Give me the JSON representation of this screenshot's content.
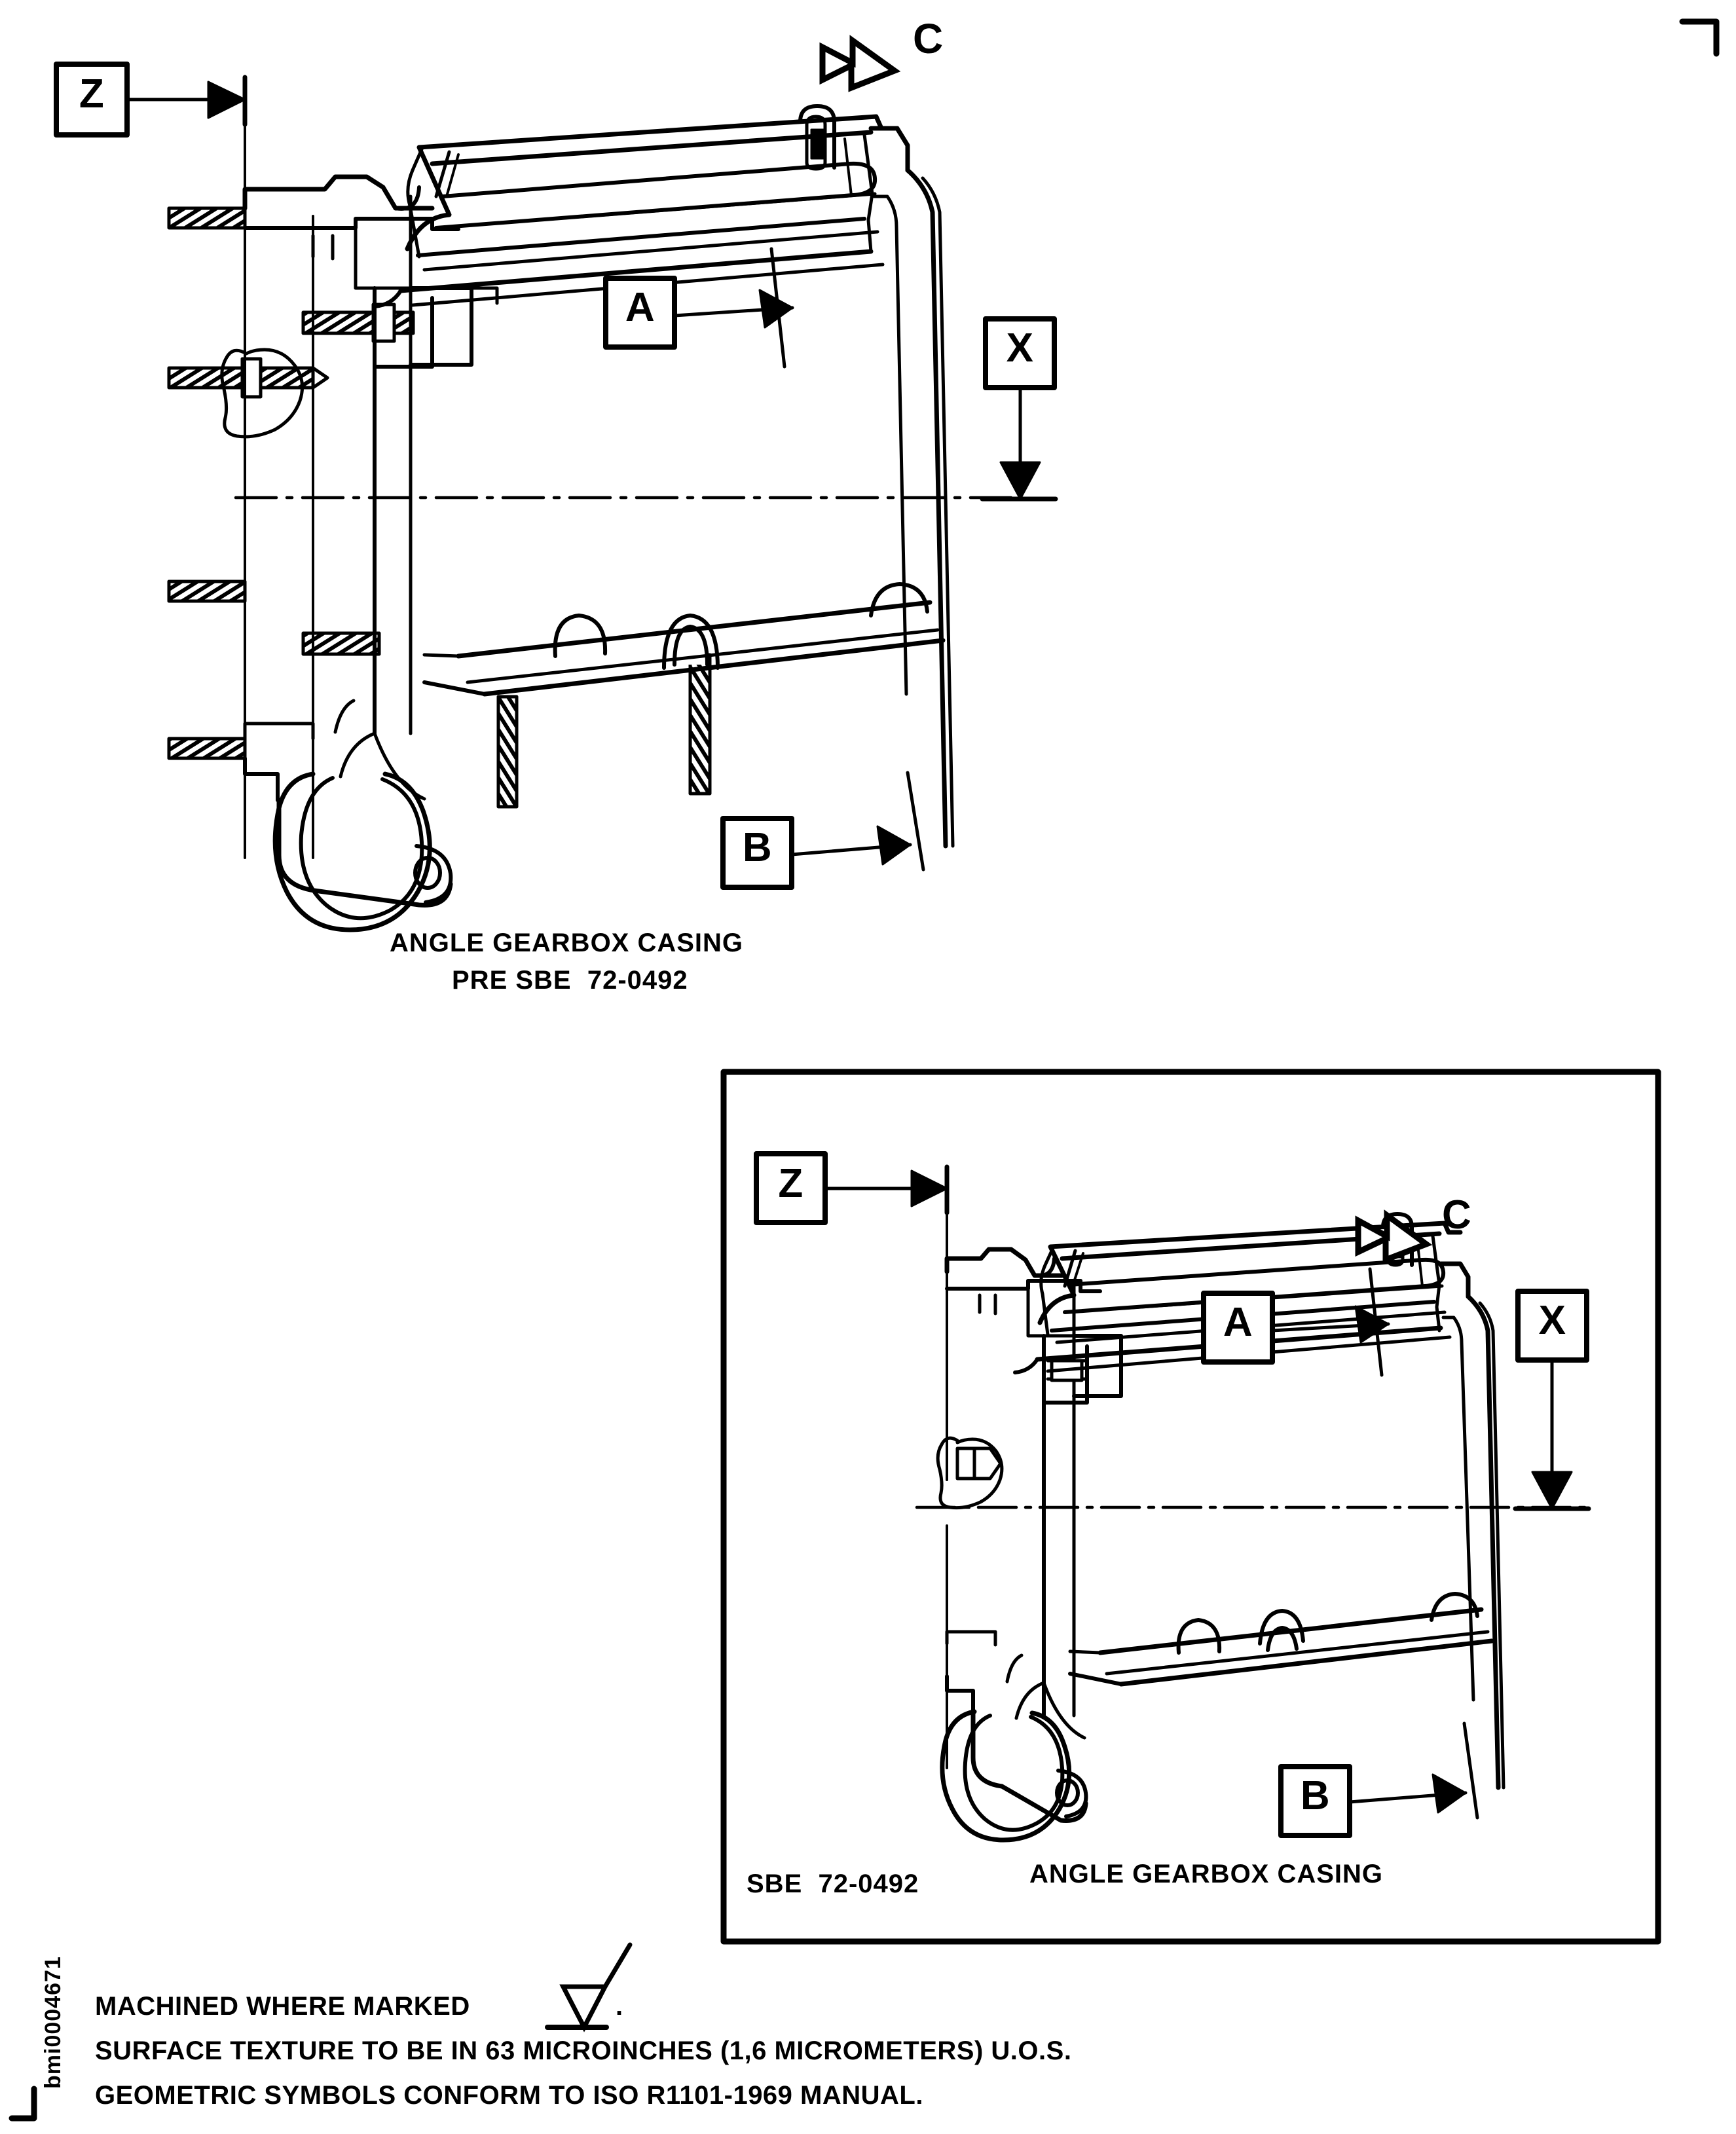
{
  "sheet": {
    "title_upper": "ANGLE GEARBOX CASING",
    "subtitle_upper": "PRE SBE  72-0492",
    "inset_left_label": "SBE  72-0492",
    "inset_title": "ANGLE GEARBOX CASING",
    "drawing_id": "bmi0004671",
    "background_color": "#ffffff",
    "line_color": "#000000"
  },
  "notes": {
    "line1_prefix": "MACHINED WHERE MARKED",
    "line1_suffix": ".",
    "line2": "SURFACE TEXTURE TO BE IN 63 MICROINCHES (1,6 MICROMETERS) U.O.S.",
    "line3": "GEOMETRIC SYMBOLS CONFORM TO ISO R1101-1969 MANUAL."
  },
  "upper_view": {
    "name": "angle-gearbox-casing-pre-sbe",
    "datums": [
      {
        "id": "Z",
        "label": "Z",
        "type": "datum-feature",
        "leader": "horizontal-right",
        "arrow": "filled-triangle"
      },
      {
        "id": "A",
        "label": "A",
        "type": "datum-feature",
        "leader": "horizontal-right",
        "arrow": "filled-triangle"
      },
      {
        "id": "X",
        "label": "X",
        "type": "datum-feature",
        "leader": "vertical-down",
        "arrow": "filled-triangle"
      },
      {
        "id": "B",
        "label": "B",
        "type": "datum-feature",
        "leader": "horizontal-right",
        "arrow": "filled-triangle"
      }
    ],
    "view_arrow": {
      "label": "C",
      "direction": "down-left",
      "style": "open-block-arrow"
    },
    "centerline": "dash-dot-horizontal",
    "studs_count": 6
  },
  "inset_view": {
    "name": "angle-gearbox-casing-sbe",
    "datums": [
      {
        "id": "Z",
        "label": "Z",
        "type": "datum-feature",
        "leader": "horizontal-right",
        "arrow": "filled-triangle"
      },
      {
        "id": "A",
        "label": "A",
        "type": "datum-feature",
        "leader": "horizontal-right",
        "arrow": "filled-triangle"
      },
      {
        "id": "X",
        "label": "X",
        "type": "datum-feature",
        "leader": "vertical-down",
        "arrow": "filled-triangle"
      },
      {
        "id": "B",
        "label": "B",
        "type": "datum-feature",
        "leader": "horizontal-right",
        "arrow": "filled-triangle"
      }
    ],
    "view_arrow": {
      "label": "C",
      "direction": "down-left",
      "style": "open-block-arrow"
    },
    "centerline": "dash-dot-horizontal"
  },
  "corner_mark": {
    "name": "registration-corner-mark",
    "position": "top-right"
  }
}
